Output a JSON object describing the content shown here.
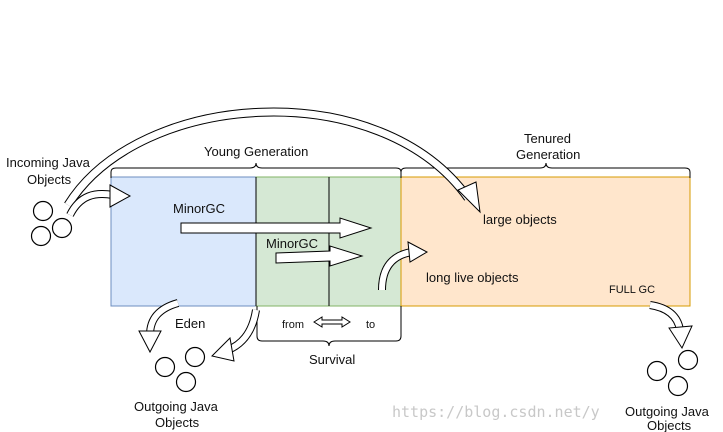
{
  "labels": {
    "incoming_line1": "Incoming Java",
    "incoming_line2": "Objects",
    "young_generation": "Young Generation",
    "tenured_line1": "Tenured",
    "tenured_line2": "Generation",
    "minorgc_1": "MinorGC",
    "minorgc_2": "MinorGC",
    "large_objects": "large objects",
    "long_live_objects": "long live objects",
    "full_gc": "FULL GC",
    "eden": "Eden",
    "from": "from",
    "to": "to",
    "survival": "Survival",
    "outgoing_left_line1": "Outgoing Java",
    "outgoing_left_line2": "Objects",
    "outgoing_right_line1": "Outgoing Java",
    "outgoing_right_line2": "Objects"
  },
  "watermark": "https://blog.csdn.net/y",
  "colors": {
    "eden_fill": "#dae8fc",
    "eden_stroke": "#6c8ebf",
    "survivor_fill": "#d5e8d4",
    "survivor_stroke": "#82b366",
    "tenured_fill": "#ffe6cc",
    "tenured_stroke": "#d79b00"
  }
}
